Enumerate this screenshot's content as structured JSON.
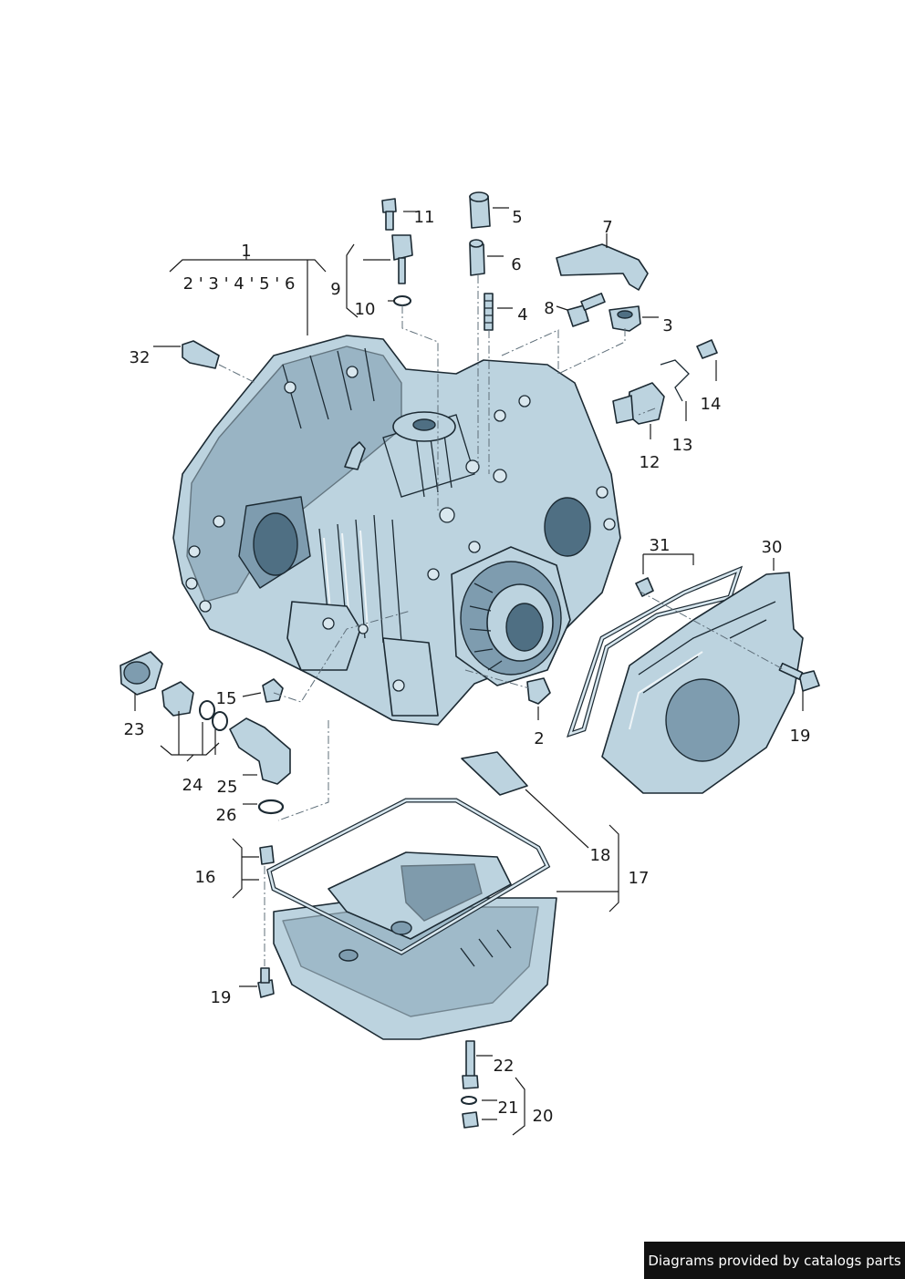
{
  "diagram": {
    "callouts": {
      "c1": "1",
      "c1_sub": "2 ' 3 ' 4 ' 5 ' 6",
      "c2": "2",
      "c3": "3",
      "c4": "4",
      "c5": "5",
      "c6": "6",
      "c7": "7",
      "c8": "8",
      "c9": "9",
      "c10": "10",
      "c11": "11",
      "c12": "12",
      "c13": "13",
      "c14": "14",
      "c15": "15",
      "c16": "16",
      "c17": "17",
      "c18": "18",
      "c19a": "19",
      "c19b": "19",
      "c20": "20",
      "c21": "21",
      "c22": "22",
      "c23": "23",
      "c24": "24",
      "c25": "25",
      "c26": "26",
      "c30": "30",
      "c31": "31",
      "c32": "32"
    }
  },
  "footer": {
    "credit": "Diagrams provided by catalogs parts"
  },
  "colors": {
    "steel": "#bcd3df",
    "steel_dark": "#7e9caf",
    "line": "#1c2a33",
    "credit_bg": "#111111",
    "credit_text": "#ffffff"
  }
}
